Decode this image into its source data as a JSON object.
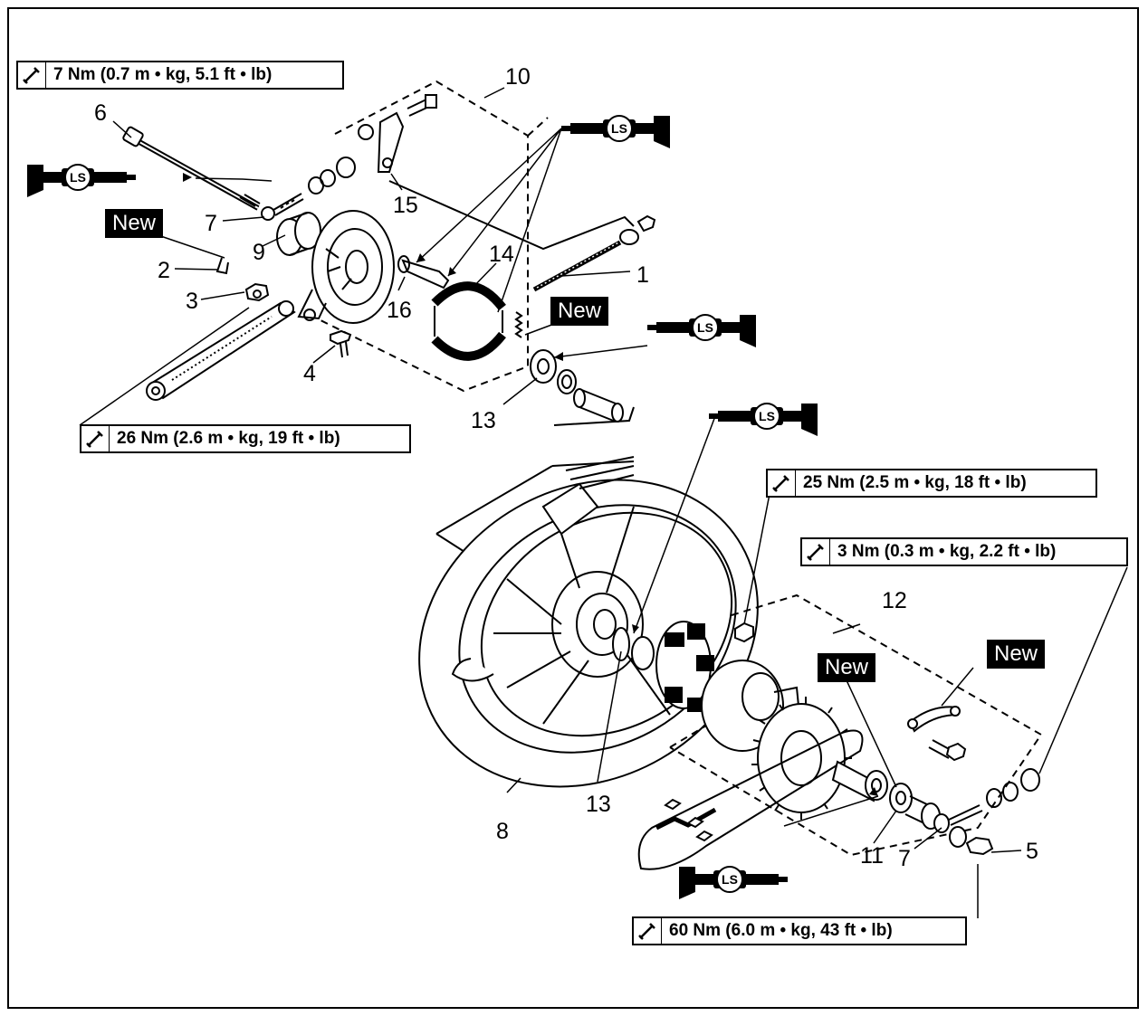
{
  "torque_specs": {
    "t1": "7 Nm (0.7 m • kg, 5.1 ft • lb)",
    "t2": "26 Nm (2.6 m • kg, 19 ft • lb)",
    "t3": "25 Nm (2.5 m • kg, 18 ft • lb)",
    "t4": "3 Nm (0.3 m • kg, 2.2 ft • lb)",
    "t5": "60 Nm (6.0 m • kg, 43 ft • lb)"
  },
  "new_label": "New",
  "ls_label": "LS",
  "callouts": {
    "c1": "1",
    "c2": "2",
    "c3": "3",
    "c4": "4",
    "c5": "5",
    "c6": "6",
    "c7a": "7",
    "c7b": "7",
    "c8": "8",
    "c9": "9",
    "c10": "10",
    "c11": "11",
    "c12": "12",
    "c13a": "13",
    "c13b": "13",
    "c14": "14",
    "c15": "15",
    "c16": "16"
  },
  "icons": {
    "torque": "torque-wrench-icon",
    "grease": "grease-gun-icon"
  },
  "colors": {
    "ink": "#000000",
    "paper": "#ffffff"
  }
}
